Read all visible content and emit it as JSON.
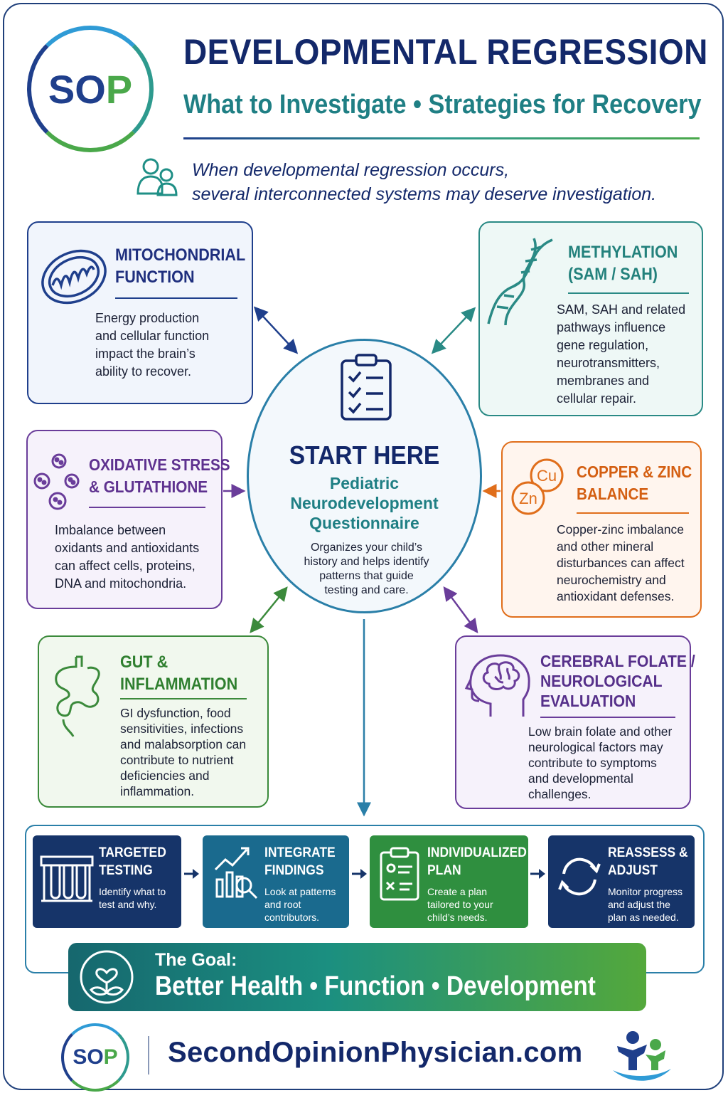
{
  "header": {
    "logo": {
      "left": "SO",
      "right": "P"
    },
    "title": "DEVELOPMENTAL REGRESSION",
    "subtitle": "What to Investigate • Strategies for Recovery"
  },
  "intro": {
    "line1": "When developmental regression occurs,",
    "line2": "several interconnected systems may deserve investigation."
  },
  "boxes": {
    "mitochondrial": {
      "title1": "MITOCHONDRIAL",
      "title2": "FUNCTION",
      "lines": [
        "Energy production",
        "and cellular function",
        "impact the brain’s",
        "ability to recover."
      ]
    },
    "methylation": {
      "title1": "METHYLATION",
      "title2": "(SAM / SAH)",
      "lines": [
        "SAM, SAH and related",
        "pathways influence",
        "gene regulation,",
        "neurotransmitters,",
        "membranes and",
        "cellular repair."
      ]
    },
    "oxidative": {
      "title1": "OXIDATIVE STRESS",
      "title2": "& GLUTATHIONE",
      "lines": [
        "Imbalance between",
        "oxidants and antioxidants",
        "can affect cells, proteins,",
        "DNA and mitochondria."
      ]
    },
    "copper": {
      "title1": "COPPER & ZINC",
      "title2": "BALANCE",
      "icon_labels": {
        "cu": "Cu",
        "zn": "Zn"
      },
      "lines": [
        "Copper-zinc imbalance",
        "and other mineral",
        "disturbances can affect",
        "neurochemistry and",
        "antioxidant defenses."
      ]
    },
    "gut": {
      "title1": "GUT &",
      "title2": "INFLAMMATION",
      "lines": [
        "GI dysfunction, food",
        "sensitivities, infections",
        "and malabsorption can",
        "contribute to nutrient",
        "deficiencies and",
        "inflammation."
      ]
    },
    "cerebral": {
      "title1": "CEREBRAL FOLATE /",
      "title2": "NEUROLOGICAL",
      "title3": "EVALUATION",
      "lines": [
        "Low brain folate and other",
        "neurological factors may",
        "contribute to symptoms",
        "and developmental",
        "challenges."
      ]
    }
  },
  "center": {
    "heading": "START HERE",
    "sub1": "Pediatric",
    "sub2": "Neurodevelopment",
    "sub3": "Questionnaire",
    "lines": [
      "Organizes your child’s",
      "history and helps identify",
      "patterns that guide",
      "testing and care."
    ]
  },
  "process": [
    {
      "title1": "TARGETED",
      "title2": "TESTING",
      "lines": [
        "Identify what to",
        "test and why."
      ],
      "icon": "test-tubes-icon"
    },
    {
      "title1": "INTEGRATE",
      "title2": "FINDINGS",
      "lines": [
        "Look at patterns",
        "and root",
        "contributors."
      ],
      "icon": "chart-magnifier-icon"
    },
    {
      "title1": "INDIVIDUALIZED",
      "title2": "PLAN",
      "lines": [
        "Create a plan",
        "tailored to your",
        "child’s needs."
      ],
      "icon": "clipboard-plan-icon"
    },
    {
      "title1": "REASSESS &",
      "title2": "ADJUST",
      "lines": [
        "Monitor progress",
        "and adjust the",
        "plan as needed."
      ],
      "icon": "cycle-arrows-icon"
    }
  ],
  "goal": {
    "label": "The Goal:",
    "text": "Better Health • Function • Development"
  },
  "footer": {
    "logo": {
      "left": "SO",
      "right": "P"
    },
    "site": "SecondOpinionPhysician.com"
  },
  "colors": {
    "navy": "#13286a",
    "teal": "#1f7f84",
    "purple": "#6a3d9a",
    "orange": "#e06e1b",
    "green": "#3b8a3b",
    "blue": "#2a7fa8"
  }
}
